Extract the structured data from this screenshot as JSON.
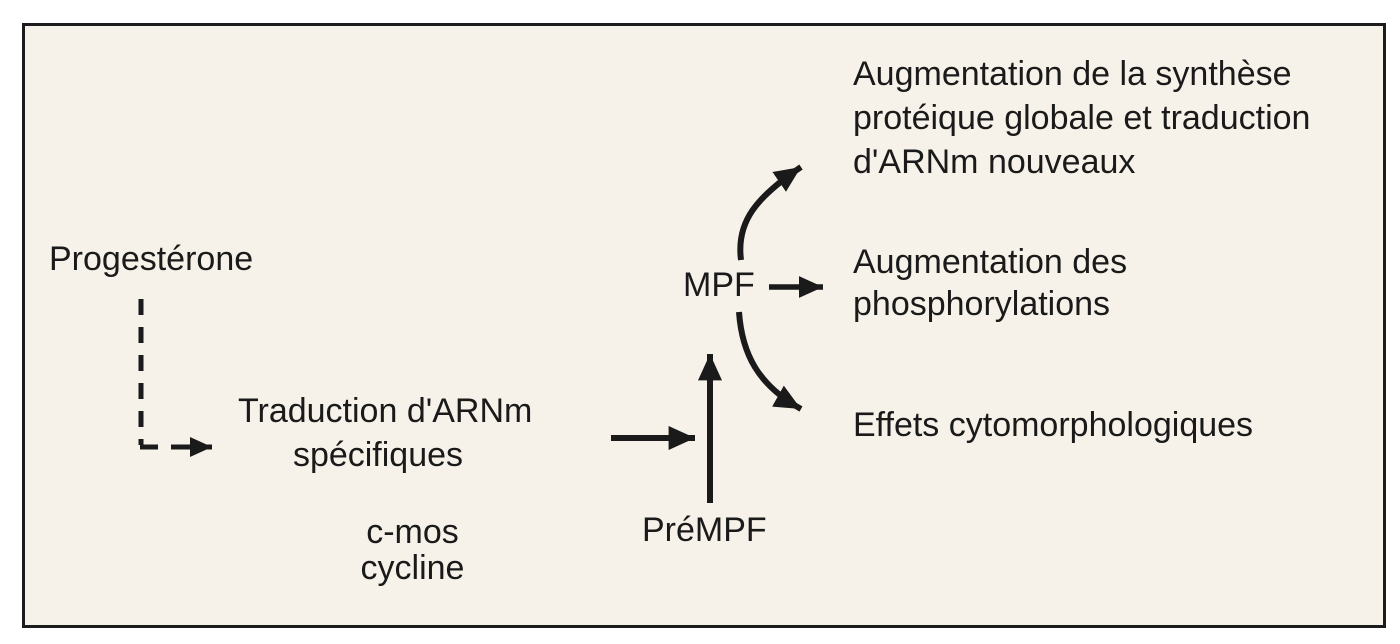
{
  "colors": {
    "paper": "#f7f2e9",
    "ink": "#1a1a1a",
    "frame_border": "#1c1c1c",
    "page_margin": "#ffffff"
  },
  "nodes": {
    "progesterone": {
      "label": "Progestérone"
    },
    "traduction": {
      "line1": "Traduction d'ARNm",
      "line2": "spécifiques"
    },
    "cmos_cycline": {
      "line1": "c-mos",
      "line2": "cycline"
    },
    "prempf": {
      "label": "PréMPF"
    },
    "mpf": {
      "label": "MPF"
    },
    "synthese": {
      "line1": "Augmentation de la synthèse",
      "line2": "protéique globale et traduction",
      "line3": "d'ARNm nouveaux"
    },
    "phosphorylations": {
      "line1": "Augmentation des",
      "line2": "phosphorylations"
    },
    "effets": {
      "label": "Effets cytomorphologiques"
    }
  },
  "edges": [
    {
      "from": "Progestérone",
      "to": "Traduction d'ARNm spécifiques",
      "style": "dashed-elbow-arrow"
    },
    {
      "from": "Traduction d'ARNm spécifiques",
      "to": "PréMPF-to-MPF conversion",
      "style": "solid-arrow"
    },
    {
      "from": "PréMPF",
      "to": "MPF",
      "style": "solid-arrow-up"
    },
    {
      "from": "MPF",
      "to": "Augmentation de la synthèse protéique globale et traduction d'ARNm nouveaux",
      "style": "curved-arrow-up"
    },
    {
      "from": "MPF",
      "to": "Augmentation des phosphorylations",
      "style": "solid-arrow"
    },
    {
      "from": "MPF",
      "to": "Effets cytomorphologiques",
      "style": "curved-arrow-down"
    }
  ]
}
